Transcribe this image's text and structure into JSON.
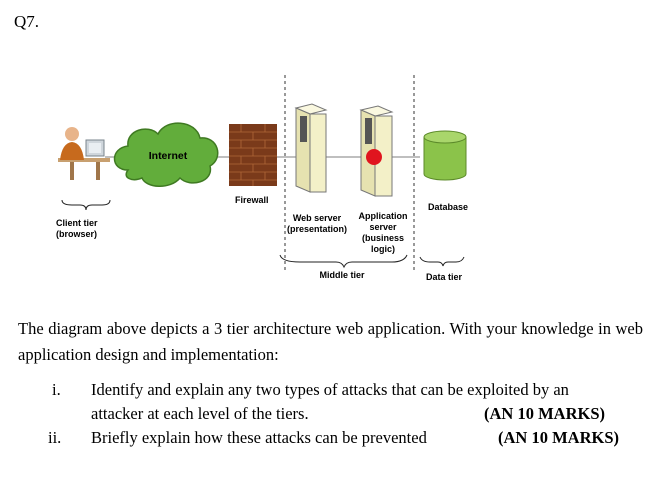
{
  "question": {
    "number": "Q7.",
    "intro": "The diagram above depicts a 3 tier architecture web application. With your knowledge in web application design and implementation:",
    "items": [
      {
        "numeral": "i.",
        "line1": "Identify and explain any two types of attacks that can be exploited by an",
        "line2": "attacker at each level of the tiers.",
        "marks": "(AN 10 MARKS)"
      },
      {
        "numeral": "ii.",
        "line1": "Briefly explain how these attacks can be prevented",
        "marks": "(AN 10 MARKS)"
      }
    ]
  },
  "diagram": {
    "cloud_label": "Internet",
    "firewall_label": "Firewall",
    "client_label_line1": "Client tier",
    "client_label_line2": "(browser)",
    "web_server_line1": "Web server",
    "web_server_line2": "(presentation)",
    "app_server_line1": "Application",
    "app_server_line2": "server",
    "app_server_line3": "(business",
    "app_server_line4": "logic)",
    "middle_tier_label": "Middle tier",
    "database_label": "Database",
    "data_tier_label": "Data tier",
    "colors": {
      "cloud": "#62ad3b",
      "firewall": "#7a3a1a",
      "database": "#8bc34a",
      "server": "#f3f0c8",
      "status_dot": "#e0141e"
    }
  }
}
